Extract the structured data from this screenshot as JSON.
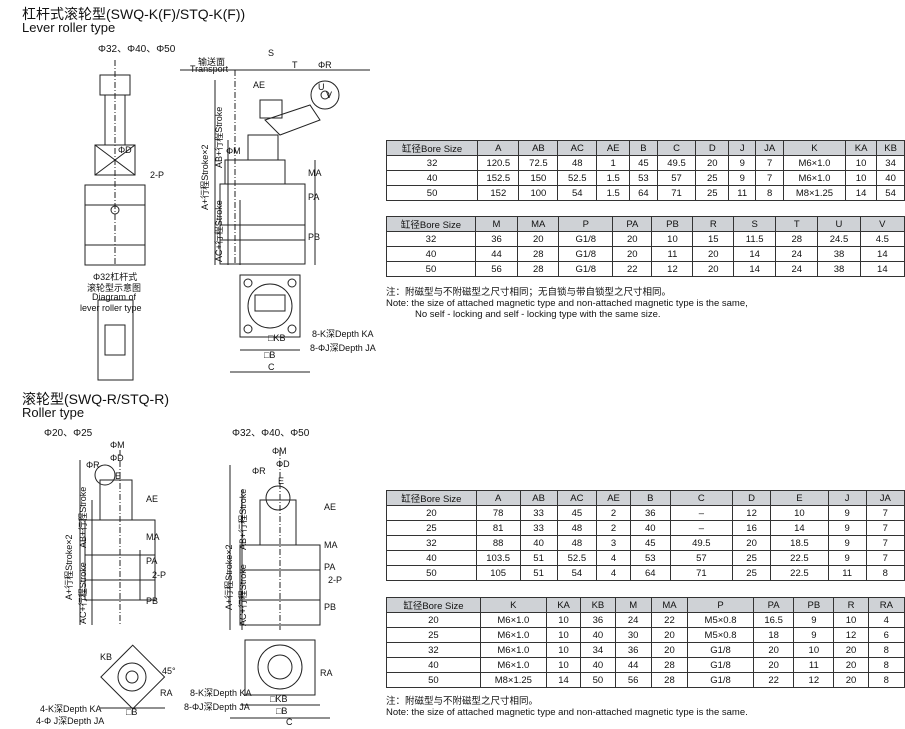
{
  "section1": {
    "title_cn": "杠杆式滚轮型(SWQ-K(F)/STQ-K(F))",
    "title_en": "Lever roller type",
    "sizes": "Φ32、Φ40、Φ50",
    "labels": {
      "transport_cn": "输送面",
      "transport_en": "Transport",
      "ae": "AE",
      "s": "S",
      "t": "T",
      "phi_r": "ΦR",
      "u": "U",
      "v": "V",
      "phi_d": "ΦD",
      "phi_m": "ΦM",
      "two_p": "2-P",
      "ma": "MA",
      "pa": "PA",
      "pb": "PB",
      "stroke_a": "A+行程Stroke×2",
      "stroke_ab": "AB+行程Stroke",
      "stroke_ac": "AC+行程Stroke",
      "kb": "□KB",
      "b": "□B",
      "c": "C",
      "k_depth": "8-K深Depth KA",
      "j_depth": "8-ΦJ深Depth JA",
      "diag_cn1": "Φ32杠杆式",
      "diag_cn2": "滚轮型示意图",
      "diag_en1": "Diagram of",
      "diag_en2": "lever roller type"
    },
    "table1": {
      "headers": [
        "缸径Bore Size",
        "A",
        "AB",
        "AC",
        "AE",
        "B",
        "C",
        "D",
        "J",
        "JA",
        "K",
        "KA",
        "KB"
      ],
      "rows": [
        [
          "32",
          "120.5",
          "72.5",
          "48",
          "1",
          "45",
          "49.5",
          "20",
          "9",
          "7",
          "M6×1.0",
          "10",
          "34"
        ],
        [
          "40",
          "152.5",
          "150",
          "52.5",
          "1.5",
          "53",
          "57",
          "25",
          "9",
          "7",
          "M6×1.0",
          "10",
          "40"
        ],
        [
          "50",
          "152",
          "100",
          "54",
          "1.5",
          "64",
          "71",
          "25",
          "11",
          "8",
          "M8×1.25",
          "14",
          "54"
        ]
      ]
    },
    "table2": {
      "headers": [
        "缸径Bore Size",
        "M",
        "MA",
        "P",
        "PA",
        "PB",
        "R",
        "S",
        "T",
        "U",
        "V"
      ],
      "rows": [
        [
          "32",
          "36",
          "20",
          "G1/8",
          "20",
          "10",
          "15",
          "11.5",
          "28",
          "24.5",
          "4.5"
        ],
        [
          "40",
          "44",
          "28",
          "G1/8",
          "20",
          "11",
          "20",
          "14",
          "24",
          "38",
          "14"
        ],
        [
          "50",
          "56",
          "28",
          "G1/8",
          "22",
          "12",
          "20",
          "14",
          "24",
          "38",
          "14"
        ]
      ]
    },
    "note_cn": "注：附磁型与不附磁型之尺寸相同；无自锁与带自锁型之尺寸相同。",
    "note_en1": "Note: the size of attached magnetic type and non-attached magnetic type is the same,",
    "note_en2": "No self - locking and self - locking type with the same size."
  },
  "section2": {
    "title_cn": "滚轮型(SWQ-R/STQ-R)",
    "title_en": "Roller type",
    "sizes_left": "Φ20、Φ25",
    "sizes_right": "Φ32、Φ40、Φ50",
    "labels": {
      "phi_m": "ΦM",
      "phi_d": "ΦD",
      "phi_r": "ΦR",
      "e": "E",
      "ae": "AE",
      "ma": "MA",
      "pa": "PA",
      "pb": "PB",
      "two_p": "2-P",
      "stroke_a": "A+行程Stroke×2",
      "stroke_ab": "AB+行程Stroke",
      "stroke_ac": "AC+行程Stroke",
      "kb": "KB",
      "ra": "RA",
      "angle": "45°",
      "b": "□B",
      "kb2": "□KB",
      "c": "C",
      "k_depth": "4-K深Depth KA",
      "j_depth": "4-Φ J深Depth JA",
      "k_depth8": "8-K深Depth KA",
      "j_depth8": "8-ΦJ深Depth JA"
    },
    "table3": {
      "headers": [
        "缸径Bore Size",
        "A",
        "AB",
        "AC",
        "AE",
        "B",
        "C",
        "D",
        "E",
        "J",
        "JA"
      ],
      "rows": [
        [
          "20",
          "78",
          "33",
          "45",
          "2",
          "36",
          "–",
          "12",
          "10",
          "9",
          "7"
        ],
        [
          "25",
          "81",
          "33",
          "48",
          "2",
          "40",
          "–",
          "16",
          "14",
          "9",
          "7"
        ],
        [
          "32",
          "88",
          "40",
          "48",
          "3",
          "45",
          "49.5",
          "20",
          "18.5",
          "9",
          "7"
        ],
        [
          "40",
          "103.5",
          "51",
          "52.5",
          "4",
          "53",
          "57",
          "25",
          "22.5",
          "9",
          "7"
        ],
        [
          "50",
          "105",
          "51",
          "54",
          "4",
          "64",
          "71",
          "25",
          "22.5",
          "11",
          "8"
        ]
      ]
    },
    "table4": {
      "headers": [
        "缸径Bore Size",
        "K",
        "KA",
        "KB",
        "M",
        "MA",
        "P",
        "PA",
        "PB",
        "R",
        "RA"
      ],
      "rows": [
        [
          "20",
          "M6×1.0",
          "10",
          "36",
          "24",
          "22",
          "M5×0.8",
          "16.5",
          "9",
          "10",
          "4"
        ],
        [
          "25",
          "M6×1.0",
          "10",
          "40",
          "30",
          "20",
          "M5×0.8",
          "18",
          "9",
          "12",
          "6"
        ],
        [
          "32",
          "M6×1.0",
          "10",
          "34",
          "36",
          "20",
          "G1/8",
          "20",
          "10",
          "20",
          "8"
        ],
        [
          "40",
          "M6×1.0",
          "10",
          "40",
          "44",
          "28",
          "G1/8",
          "20",
          "11",
          "20",
          "8"
        ],
        [
          "50",
          "M8×1.25",
          "14",
          "50",
          "56",
          "28",
          "G1/8",
          "22",
          "12",
          "20",
          "8"
        ]
      ]
    },
    "note_cn": "注：附磁型与不附磁型之尺寸相同。",
    "note_en": "Note: the size of attached magnetic type and non-attached magnetic type is the same."
  }
}
